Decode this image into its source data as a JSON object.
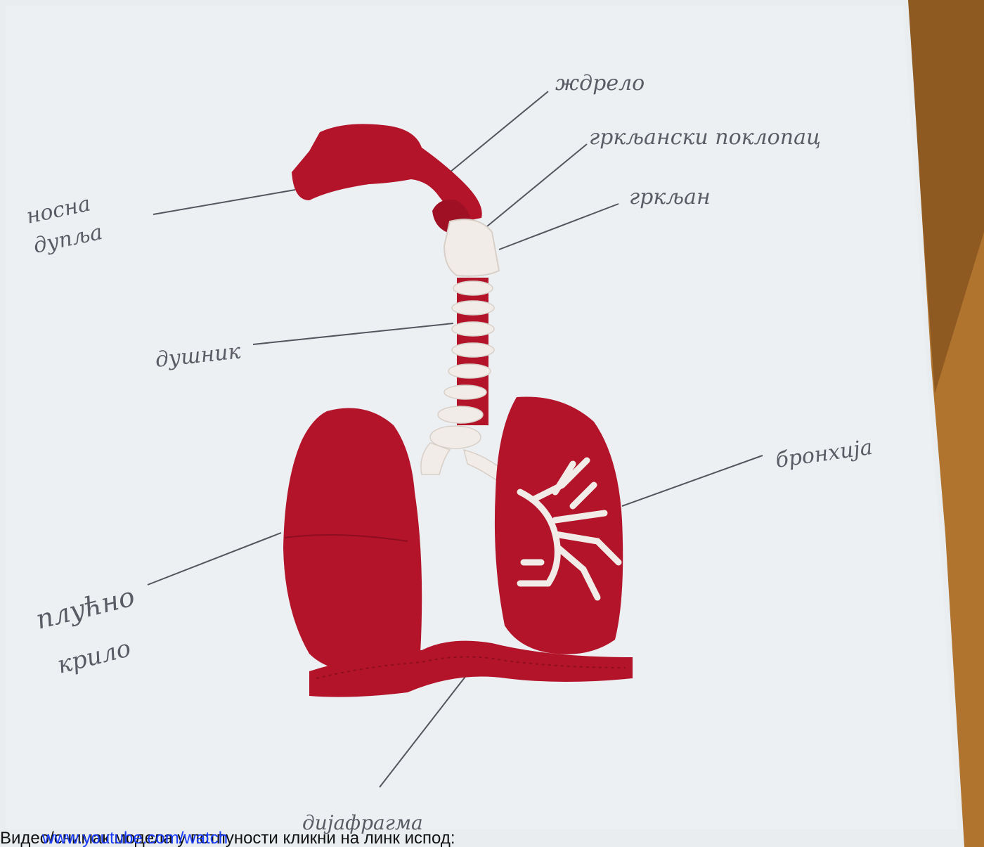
{
  "colors": {
    "paper": "#e9edf0",
    "clay_red": "#b3142a",
    "clay_white": "#f1ece7",
    "pencil": "#55555e",
    "wood": "#b0742f",
    "link": "#1a3cff"
  },
  "labels": {
    "pharynx": "ждрело",
    "epiglottis": "гркљански поклопац",
    "larynx": "гркљан",
    "nasal_cavity_1": "носна",
    "nasal_cavity_2": "дупља",
    "trachea": "душник",
    "bronchi": "бронхија",
    "lung_1": "плућно",
    "lung_2": "крило",
    "diaphragm": "дијафрагма"
  },
  "caption": {
    "text": "Видео/снимак модела у потпуности кликни на линк испод:",
    "link_text": "www.youtube.com/watch"
  }
}
